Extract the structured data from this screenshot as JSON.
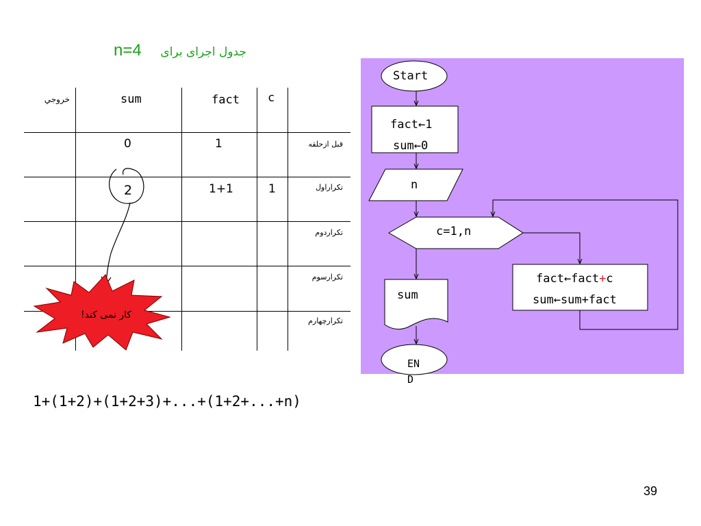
{
  "title": {
    "text_fa": "جدول اجرای برای",
    "n_value": "n=4"
  },
  "table": {
    "headers": {
      "output": "خروجي",
      "sum": "sum",
      "fact": "fact",
      "c": "c"
    },
    "rows": [
      {
        "label": "قبل ازحلقه",
        "sum": "0",
        "fact": "1",
        "c": ""
      },
      {
        "label": "تكراراول",
        "sum": "2",
        "fact": "1+1",
        "c": "1"
      },
      {
        "label": "تكراردوم",
        "sum": "",
        "fact": "",
        "c": ""
      },
      {
        "label": "تكرارسوم",
        "sum": "",
        "fact": "",
        "c": ""
      },
      {
        "label": "تكرارچهارم",
        "sum": "",
        "fact": "",
        "c": ""
      }
    ]
  },
  "callout": {
    "text": "كار نمی كند!",
    "fill": "#ee1c24"
  },
  "flowchart": {
    "background": "#cc99ff",
    "start": "Start",
    "init_line1": "fact←1",
    "init_line2": "sum←0",
    "input": "n",
    "loop": "c=1,n",
    "body_line1_a": "fact←fact",
    "body_line1_plus": "+",
    "body_line1_b": "c",
    "body_line2": "sum←sum+fact",
    "output": "sum",
    "end_line1": "EN",
    "end_line2": "D"
  },
  "formula": "1+(1+2)+(1+2+3)+...+(1+2+...+n)",
  "page_number": "39"
}
